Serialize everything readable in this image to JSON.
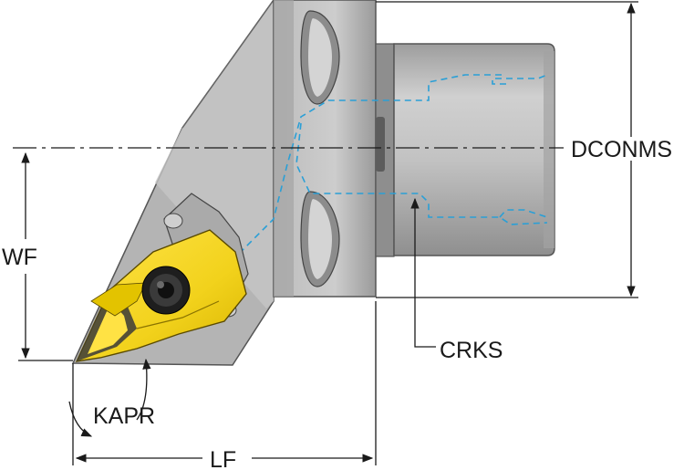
{
  "labels": {
    "dconms": "DCONMS",
    "wf": "WF",
    "crks": "CRKS",
    "kapr": "KAPR",
    "lf": "LF"
  },
  "colors": {
    "body_gray": "#b9b9b9",
    "body_dark": "#8e8e8e",
    "body_light": "#d6d6d6",
    "insert_yellow": "#f2d21c",
    "insert_dark": "#c9a800",
    "coolant_blue": "#2a9fd6",
    "line": "#1a1a1a"
  },
  "icons": {
    "insert": "triangular-cutting-insert",
    "clamp": "screw-clamp"
  }
}
